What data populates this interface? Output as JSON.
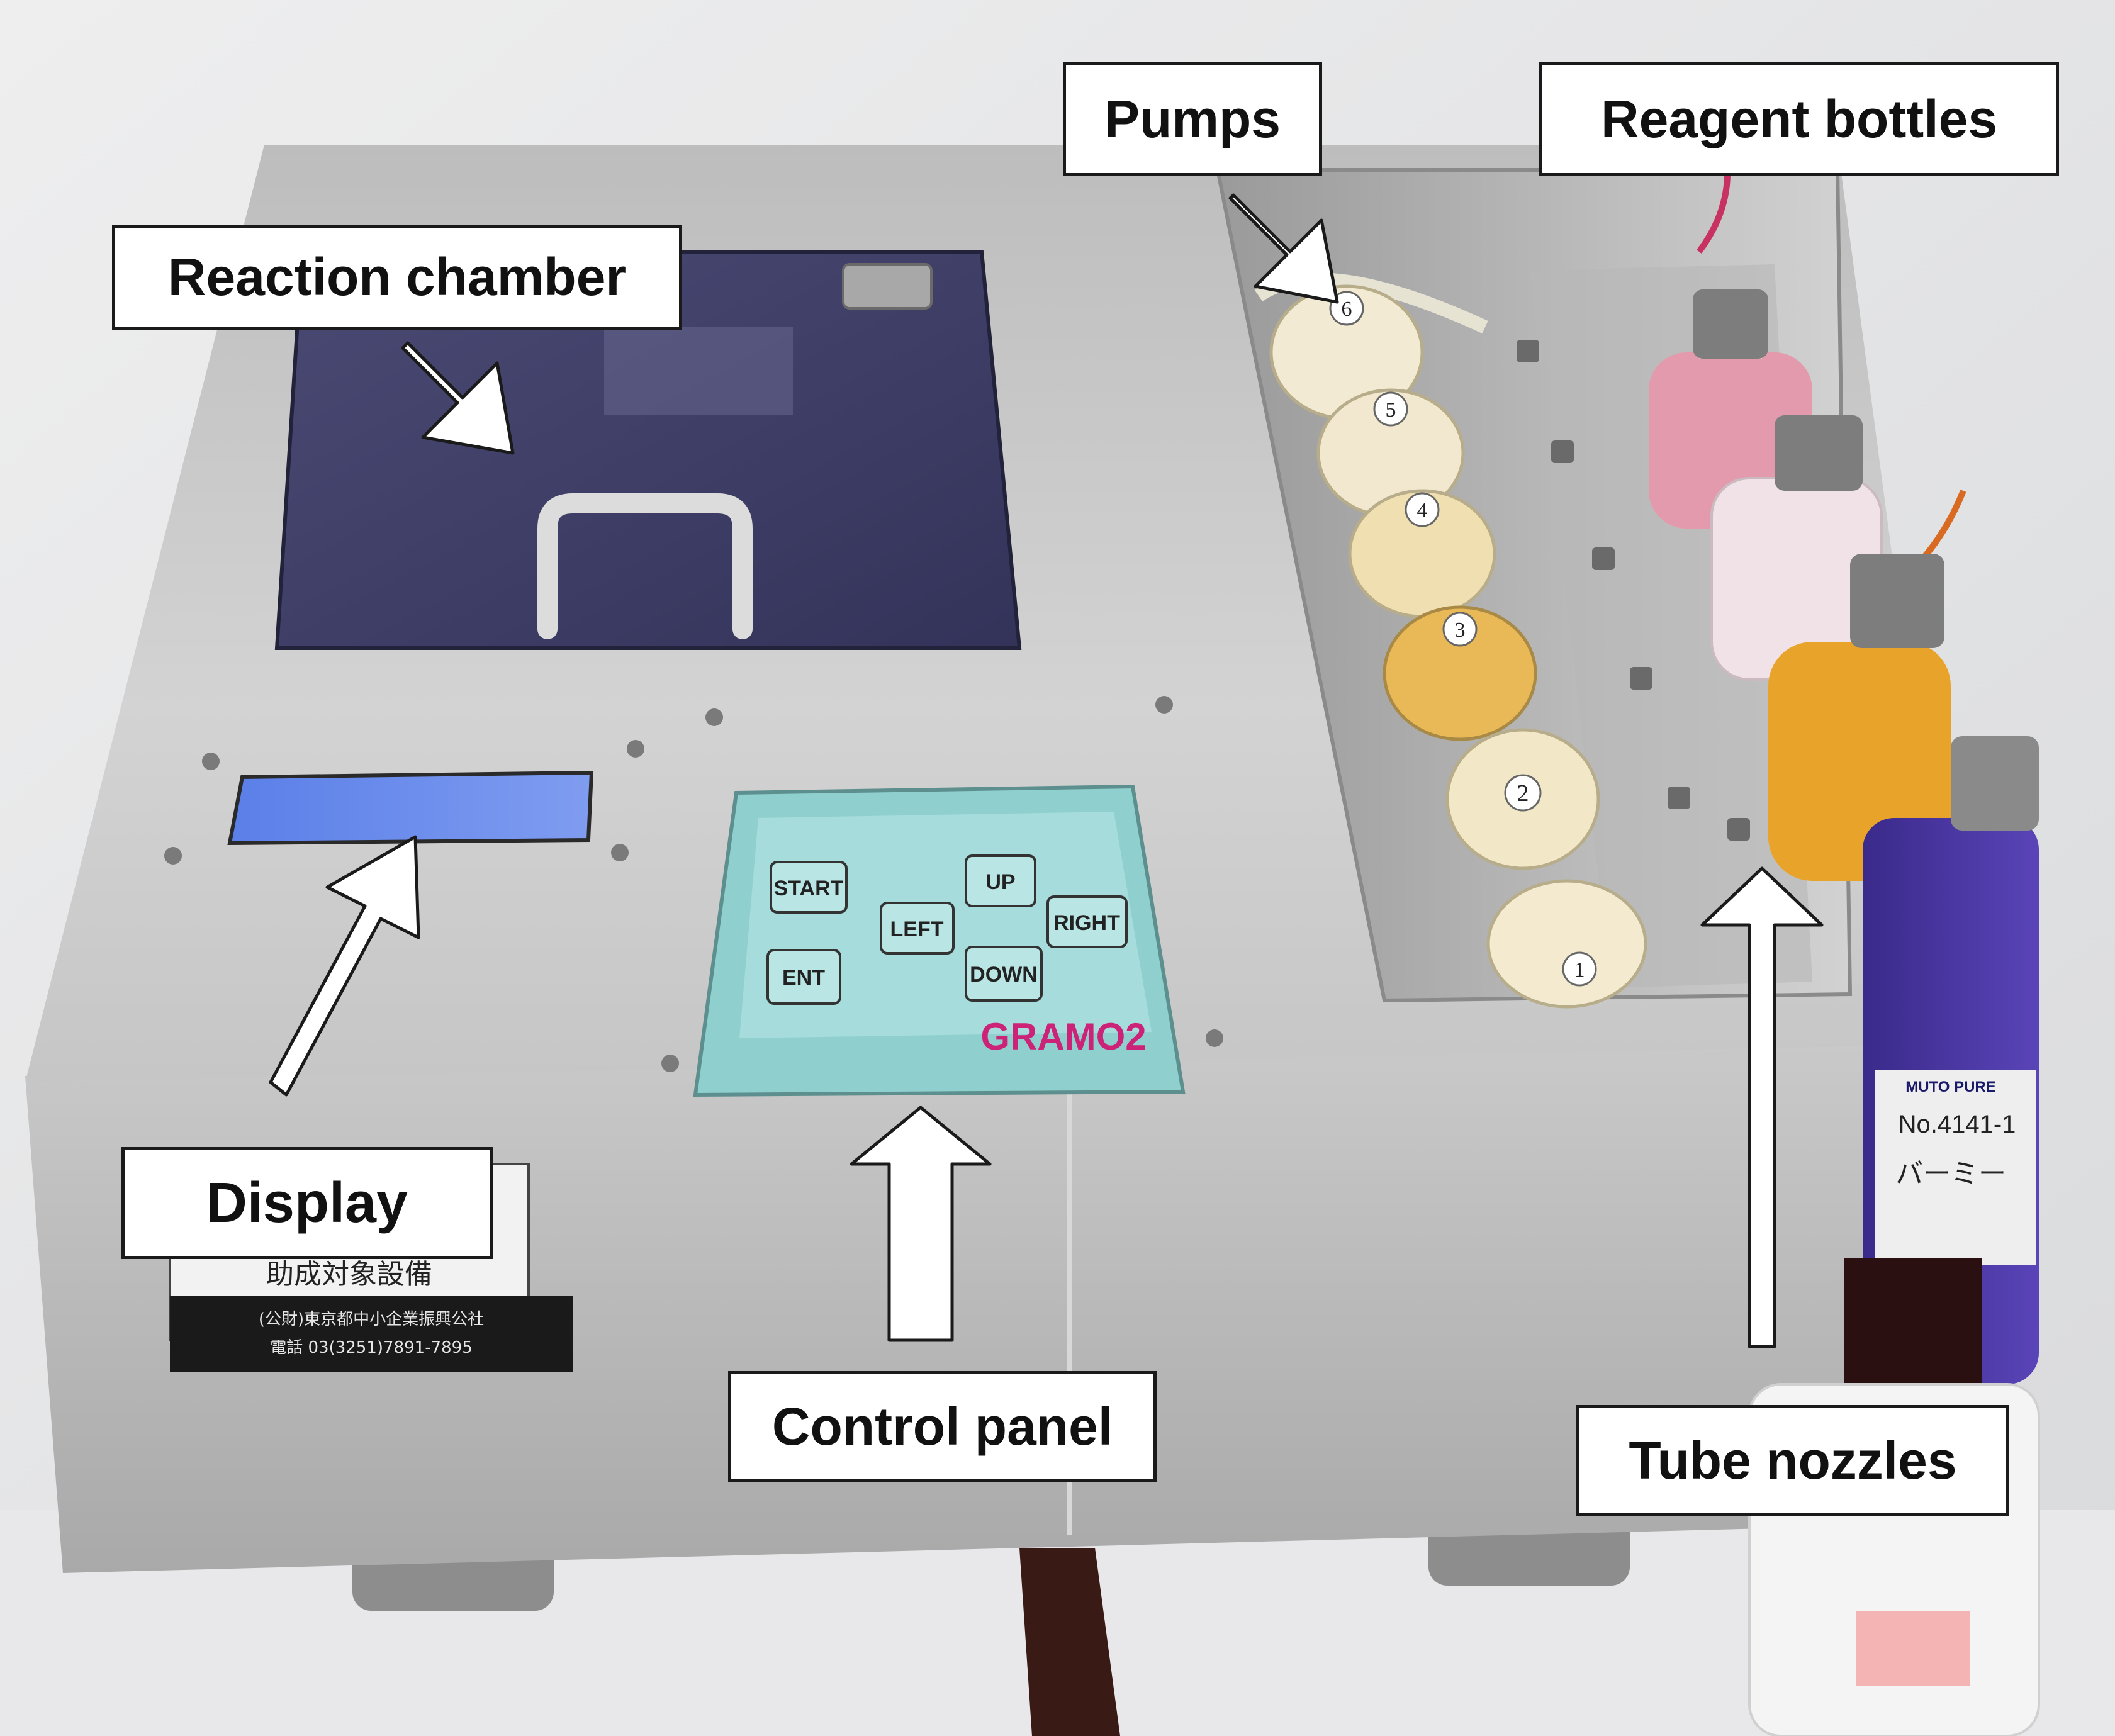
{
  "callouts": {
    "reaction_chamber": "Reaction chamber",
    "pumps": "Pumps",
    "reagent_bottles": "Reagent bottles",
    "display": "Display",
    "control_panel": "Control panel",
    "tube_nozzles": "Tube nozzles"
  },
  "keypad": {
    "start": "START",
    "up": "UP",
    "left": "LEFT",
    "right": "RIGHT",
    "ent": "ENT",
    "down": "DOWN",
    "model": "GRAMO2"
  },
  "pump_numbers": [
    "6",
    "5",
    "4",
    "3",
    "2",
    "1"
  ],
  "bottle_label": {
    "brand": "MUTO PURE",
    "code": "No.4141-1",
    "name": "バーミー"
  },
  "sticker": {
    "line1": "助成対象設備",
    "line2": "(公財)東京都中小企業振興公社",
    "line3": "電話 03(3251)7891-7895"
  },
  "colors": {
    "steel": "#bcbcbc",
    "lid": "#3c3a66",
    "lcd": "#4a6fe0",
    "keypad": "#8fd0cf",
    "model_text": "#cc2277"
  }
}
